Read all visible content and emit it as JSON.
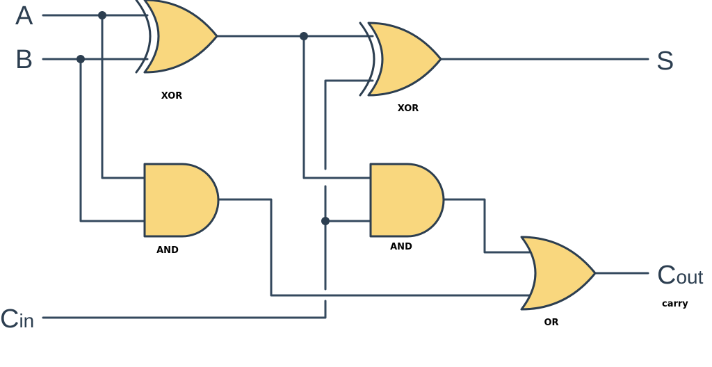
{
  "inputs": {
    "a": "A",
    "b": "B",
    "cin_main": "C",
    "cin_sub": "in"
  },
  "outputs": {
    "sum": "S",
    "cout_main": "C",
    "cout_sub": "out",
    "cout_note": "carry"
  },
  "gates": {
    "xor1": "XOR",
    "xor2": "XOR",
    "and1": "AND",
    "and2": "AND",
    "or1": "OR"
  },
  "colors": {
    "gate_fill": "#f9d77e",
    "wire": "#34495e"
  }
}
